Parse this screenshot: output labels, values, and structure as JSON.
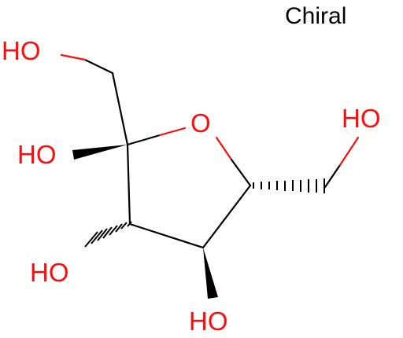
{
  "chiral_label": "Chiral",
  "atoms": {
    "ho_top_left": "HO",
    "ho_mid_left": "HO",
    "ho_lower_left": "HO",
    "ho_bottom": "HO",
    "ho_right": "HO",
    "ring_oxygen": "O"
  },
  "colors": {
    "oxygen": "#ff0d0d",
    "bond": "#000000",
    "label": "#000000",
    "background": "#ffffff"
  }
}
